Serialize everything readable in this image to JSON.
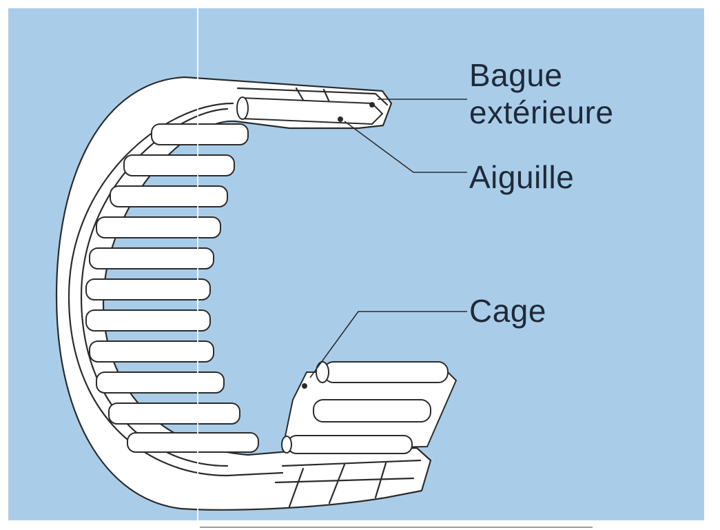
{
  "labels": {
    "outer_ring_line1": "Bague",
    "outer_ring_line2": "extérieure",
    "needle": "Aiguille",
    "cage": "Cage"
  },
  "colors": {
    "background": "#a9cde9",
    "part_fill": "#ffffff",
    "outline": "#2b2b2b",
    "text": "#1f2a38"
  }
}
